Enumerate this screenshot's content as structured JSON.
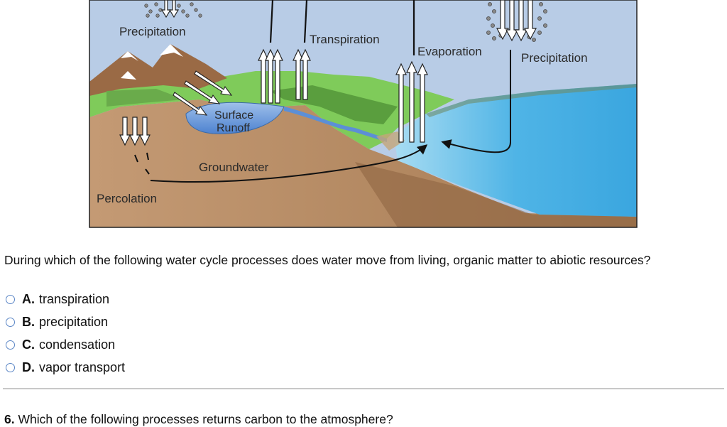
{
  "diagram": {
    "labels": {
      "precipitation_left": "Precipitation",
      "transpiration": "Transpiration",
      "evaporation": "Evaporation",
      "precipitation_right": "Precipitation",
      "surface_runoff_line1": "Surface",
      "surface_runoff_line2": "Runoff",
      "groundwater": "Groundwater",
      "percolation": "Percolation"
    }
  },
  "question": {
    "text": "During which of the following water cycle processes does water move from living, organic matter to abiotic resources?",
    "choices": [
      {
        "letter": "A.",
        "text": "transpiration"
      },
      {
        "letter": "B.",
        "text": "precipitation"
      },
      {
        "letter": "C.",
        "text": "condensation"
      },
      {
        "letter": "D.",
        "text": "vapor transport"
      }
    ]
  },
  "next_question": {
    "number": "6.",
    "text": "Which of the following processes returns carbon to the atmosphere?"
  }
}
